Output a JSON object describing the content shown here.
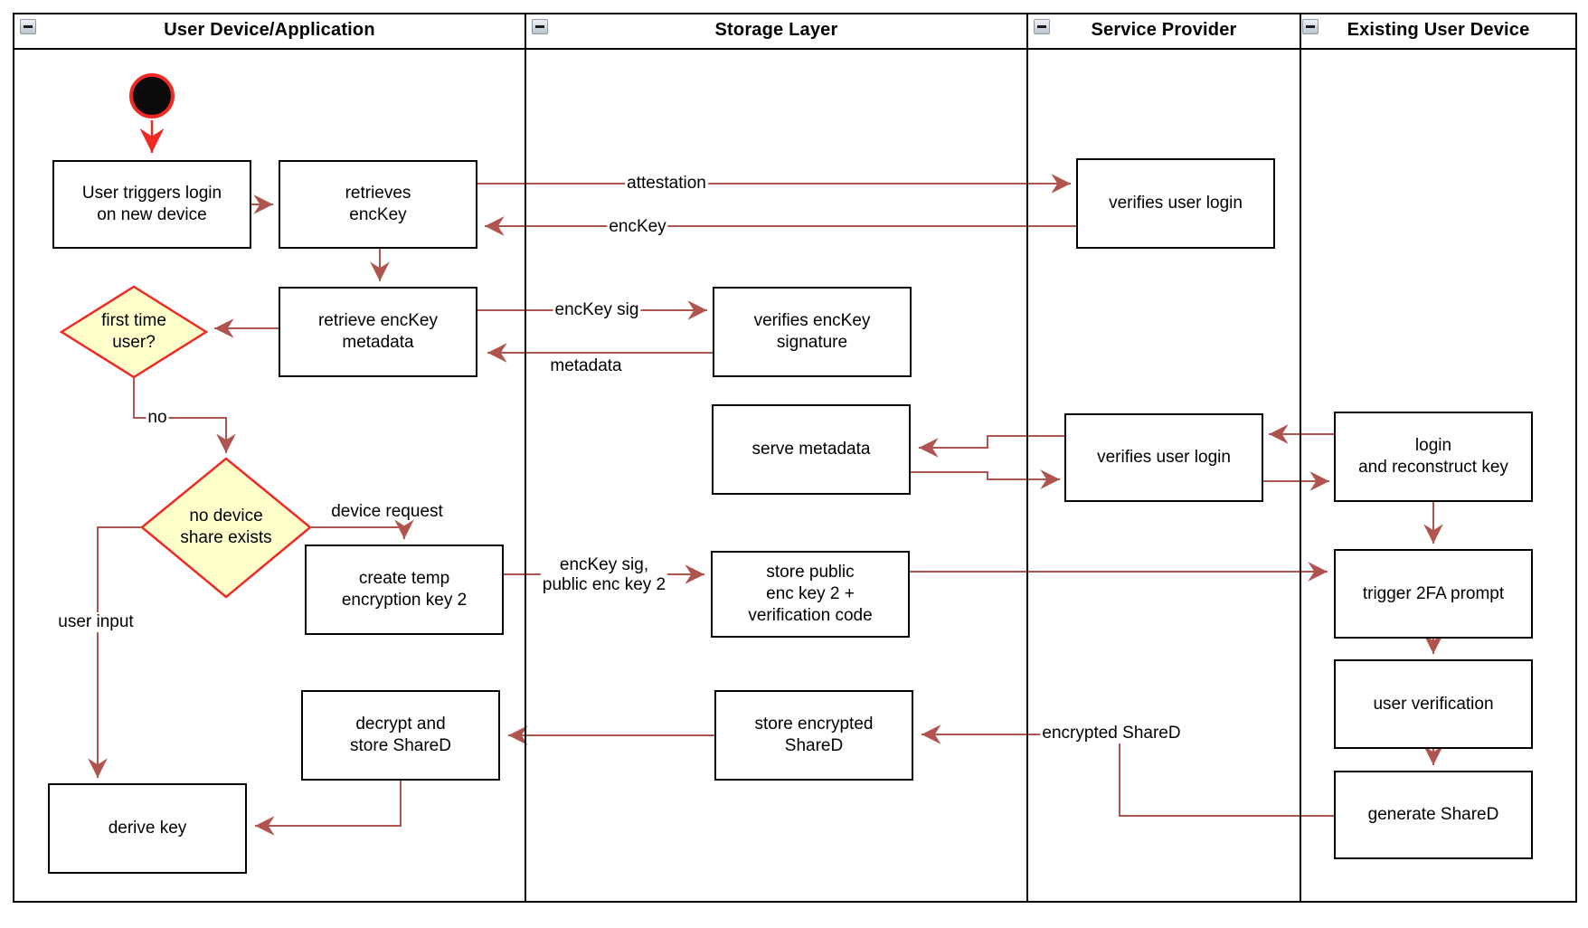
{
  "app": {
    "kind": "activity-diagram",
    "tool_hint": "flow chart with collapsible swimlanes"
  },
  "lanes": [
    {
      "label": "User Device/Application"
    },
    {
      "label": "Storage Layer"
    },
    {
      "label": "Service Provider"
    },
    {
      "label": "Existing User Device"
    }
  ],
  "nodes": {
    "start": "initial-node",
    "user_triggers": "User triggers login\non new device",
    "retrieves_enckey": "retrieves\nencKey",
    "verifies_user_login_1": "verifies user login",
    "first_time_user": "first time\nuser?",
    "retrieve_metadata": "retrieve encKey\nmetadata",
    "verifies_sig": "verifies encKey\nsignature",
    "serve_metadata": "serve metadata",
    "verifies_user_login_2": "verifies user login",
    "login_reconstruct": "login\nand reconstruct key",
    "no_device_share": "no device\nshare exists",
    "create_temp": "create temp\nencryption key 2",
    "store_public": "store public\nenc key 2 +\nverification code",
    "trigger_2fa": "trigger 2FA prompt",
    "user_verification": "user verification",
    "generate_shared": "generate ShareD",
    "store_encrypted": "store encrypted\nShareD",
    "decrypt_store": "decrypt and\nstore ShareD",
    "derive_key": "derive key"
  },
  "edge_labels": {
    "attestation": "attestation",
    "enckey": "encKey",
    "enckey_sig": "encKey sig",
    "metadata": "metadata",
    "no": "no",
    "device_request": "device request",
    "user_input": "user input",
    "enckey_sig_public": "encKey sig,\npublic enc key 2",
    "encrypted_shared": "encrypted ShareD"
  },
  "icons": {
    "collapse": "minus-collapse-icon"
  },
  "colors": {
    "border": "#000000",
    "connector": "#b05450",
    "accent_red": "#ee2a23",
    "decision_fill": "#ffffcc",
    "start_fill": "#0b0b0b",
    "background": "#ffffff"
  }
}
